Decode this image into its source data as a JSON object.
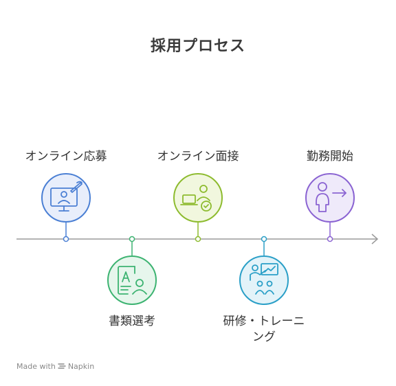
{
  "title": "採用プロセス",
  "steps": [
    {
      "label": "オンライン応募",
      "icon": "computer-user-icon",
      "color": "#4a7fd4",
      "fill": "#e8eefb"
    },
    {
      "label": "書類選考",
      "icon": "document-person-icon",
      "color": "#3cb371",
      "fill": "#e6f6ec"
    },
    {
      "label": "オンライン面接",
      "icon": "online-interview-icon",
      "color": "#8dbb2e",
      "fill": "#f1f7de"
    },
    {
      "label_line1": "研修・トレーニ",
      "label_line2": "ング",
      "icon": "teacher-group-icon",
      "color": "#2a9fc7",
      "fill": "#e3f3f9"
    },
    {
      "label": "勤務開始",
      "icon": "person-exit-icon",
      "color": "#8a63d2",
      "fill": "#efeafa"
    }
  ],
  "footer": {
    "made_with": "Made with",
    "brand": "Napkin"
  }
}
